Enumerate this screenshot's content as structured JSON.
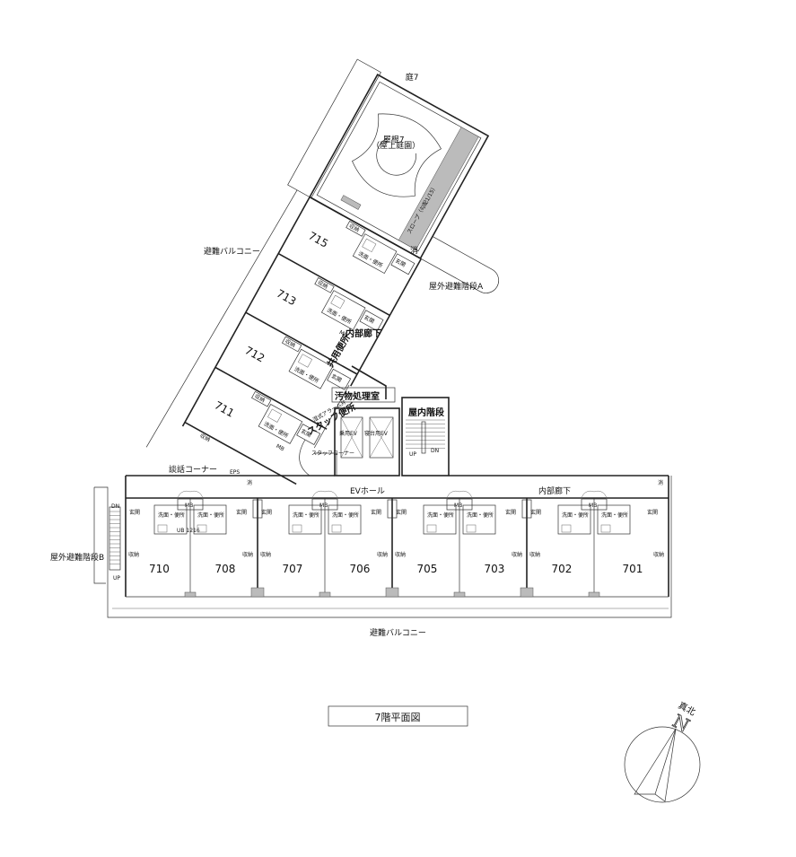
{
  "title": "7階平面図",
  "compass": {
    "label": "真北",
    "letter": "N"
  },
  "labels": {
    "court": "庭7",
    "roof_garden": "屋根7",
    "roof_garden_sub": "（屋上庭園）",
    "slope": "スロープ（勾配1/15）",
    "outdoor_stair_a": "屋外避難階段A",
    "outdoor_stair_b": "屋外避難階段B",
    "evac_balcony_top": "避難バルコニー",
    "evac_balcony_bottom": "避難バルコニー",
    "inner_corridor_wing": "内部廊下",
    "inner_corridor_main": "内部廊下",
    "shared_toilet": "共用便所",
    "soiled_room": "汚物処理室",
    "alarm_valve": "湿式アラーム弁",
    "staff_toilet": "スタッフ便所",
    "staff_corner": "スタッフコーナー",
    "passenger_ev": "乗用EV",
    "bed_ev": "寝台用EV",
    "indoor_stair": "屋内階段",
    "up": "UP",
    "dn": "DN",
    "lounge": "談話コーナー",
    "ev_hall": "EVホール",
    "eps": "EPS",
    "extinguisher": "消",
    "ub": "UB 1216"
  },
  "unit_parts": {
    "entry": "玄関",
    "washroom": "洗面・便所",
    "storage": "収納",
    "mb": "MB"
  },
  "wing_rooms": [
    "715",
    "713",
    "712",
    "711"
  ],
  "main_rooms": [
    "710",
    "708",
    "707",
    "706",
    "705",
    "703",
    "702",
    "701"
  ]
}
